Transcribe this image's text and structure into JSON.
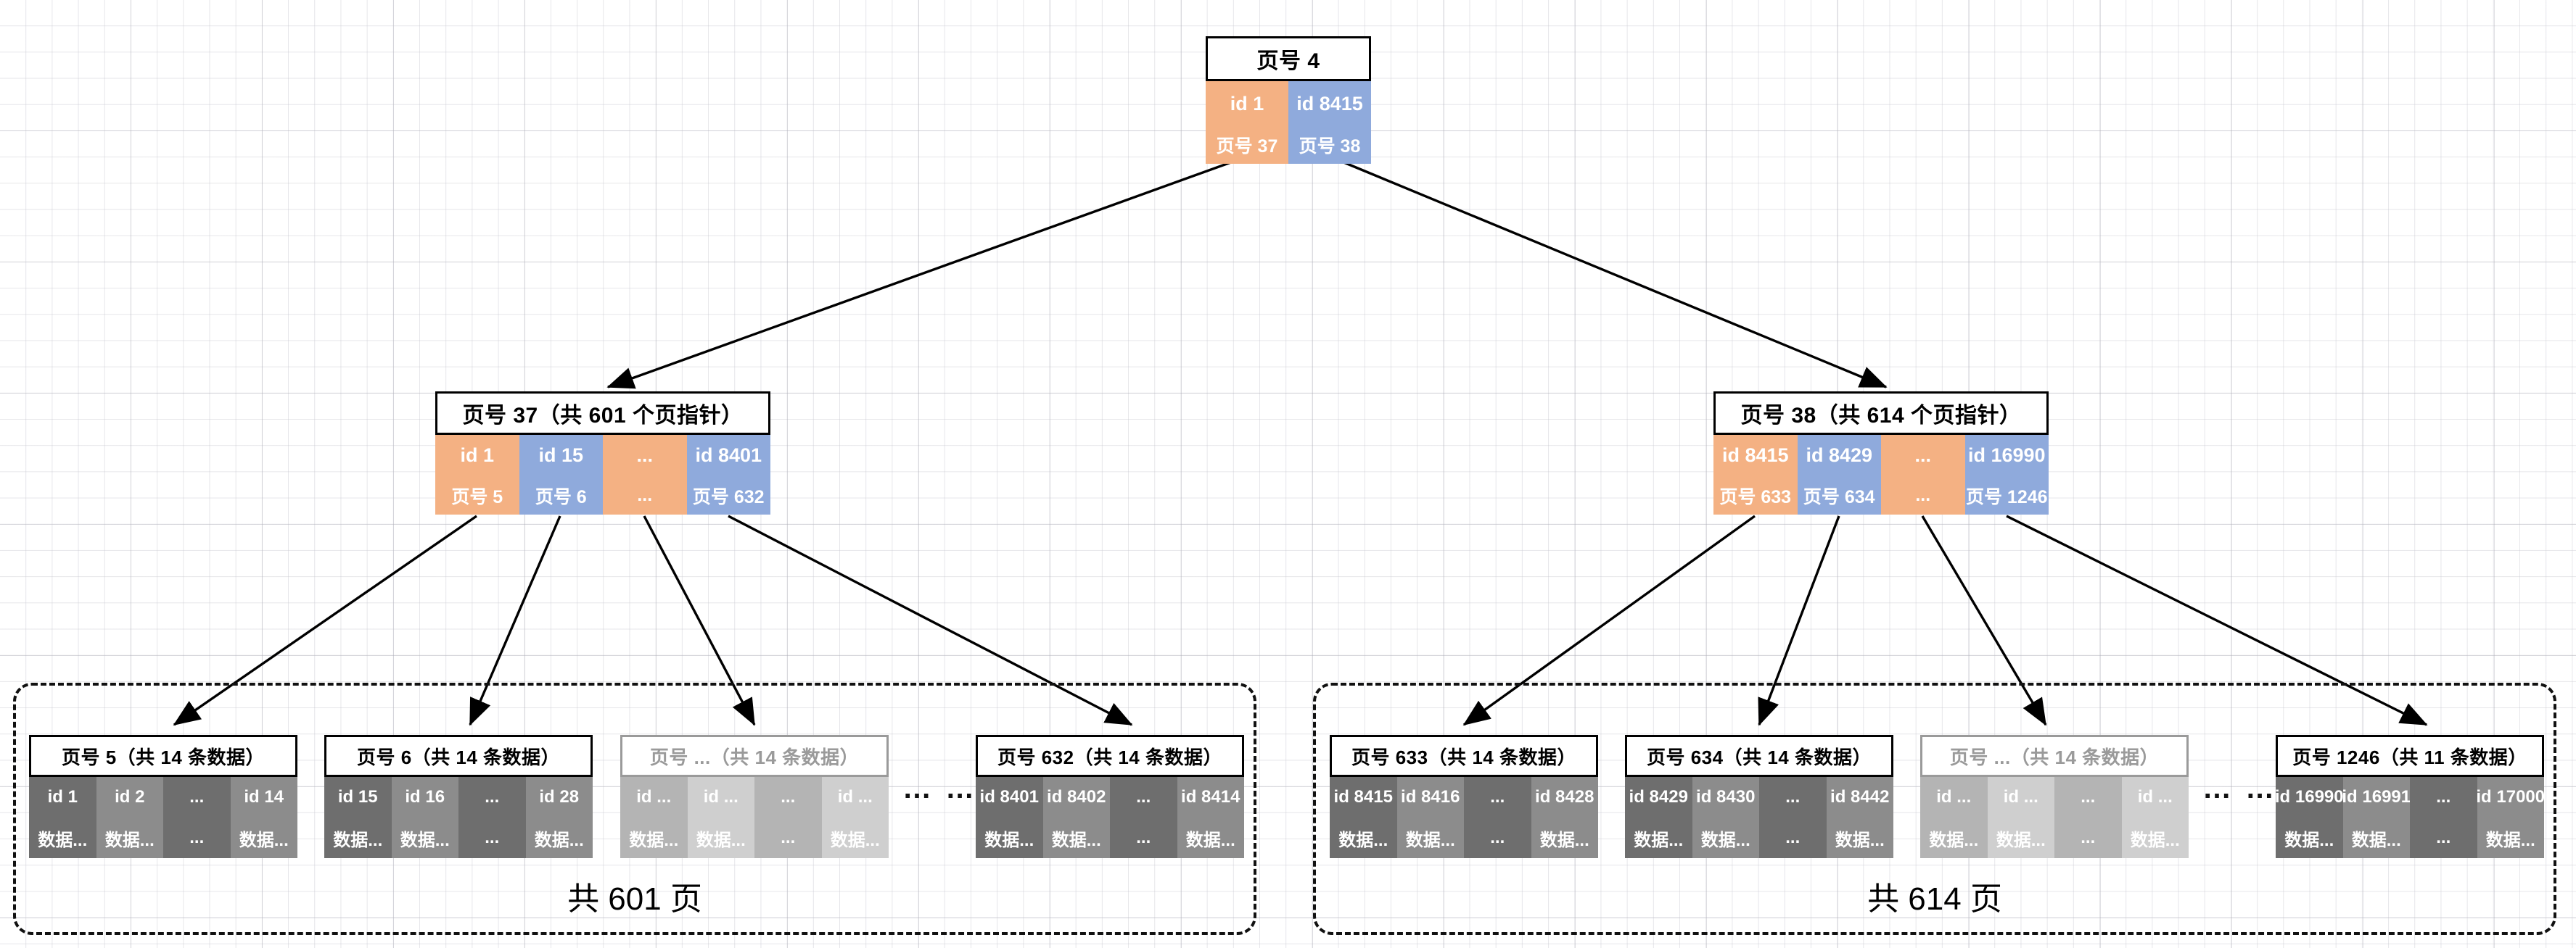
{
  "diagram": {
    "title_note": "B+ tree page structure",
    "colors": {
      "orange": "#F4B183",
      "blue": "#8FAADC",
      "leaf_dark": "#6E6E6E",
      "leaf_light": "#8C8C8C",
      "leaf_faded_dark": "#B4B4B4",
      "leaf_faded_light": "#CFCFCF",
      "outline": "#000000",
      "background": "#FFFFFF"
    }
  },
  "root": {
    "title": "页号 4",
    "cells": [
      {
        "key": "id 1",
        "value": "页号 37",
        "color": "orange"
      },
      {
        "key": "id 8415",
        "value": "页号 38",
        "color": "blue"
      }
    ]
  },
  "internal": [
    {
      "id": "page37",
      "title": "页号 37（共 601 个页指针）",
      "cells": [
        {
          "key": "id 1",
          "value": "页号 5",
          "color": "orange"
        },
        {
          "key": "id 15",
          "value": "页号 6",
          "color": "blue"
        },
        {
          "key": "...",
          "value": "...",
          "color": "orange"
        },
        {
          "key": "id 8401",
          "value": "页号 632",
          "color": "blue"
        }
      ]
    },
    {
      "id": "page38",
      "title": "页号 38（共 614 个页指针）",
      "cells": [
        {
          "key": "id 8415",
          "value": "页号 633",
          "color": "orange"
        },
        {
          "key": "id 8429",
          "value": "页号 634",
          "color": "blue"
        },
        {
          "key": "...",
          "value": "...",
          "color": "orange"
        },
        {
          "key": "id 16990",
          "value": "页号 1246",
          "color": "blue"
        }
      ]
    }
  ],
  "groups": [
    {
      "id": "group-left",
      "label": "共 601 页",
      "gap_dots": "… …",
      "leaves": [
        {
          "title": "页号 5（共 14 条数据）",
          "faded": false,
          "cells": [
            {
              "key": "id 1",
              "value": "数据...",
              "shade": "dark"
            },
            {
              "key": "id 2",
              "value": "数据...",
              "shade": "light"
            },
            {
              "key": "...",
              "value": "...",
              "shade": "dark"
            },
            {
              "key": "id 14",
              "value": "数据...",
              "shade": "light"
            }
          ]
        },
        {
          "title": "页号 6（共 14 条数据）",
          "faded": false,
          "cells": [
            {
              "key": "id 15",
              "value": "数据...",
              "shade": "dark"
            },
            {
              "key": "id 16",
              "value": "数据...",
              "shade": "light"
            },
            {
              "key": "...",
              "value": "...",
              "shade": "dark"
            },
            {
              "key": "id 28",
              "value": "数据...",
              "shade": "light"
            }
          ]
        },
        {
          "title": "页号 ...（共 14 条数据）",
          "faded": true,
          "cells": [
            {
              "key": "id ...",
              "value": "数据...",
              "shade": "dark"
            },
            {
              "key": "id ...",
              "value": "数据...",
              "shade": "light"
            },
            {
              "key": "...",
              "value": "...",
              "shade": "dark"
            },
            {
              "key": "id ...",
              "value": "数据...",
              "shade": "light"
            }
          ]
        },
        {
          "title": "页号 632（共 14 条数据）",
          "faded": false,
          "cells": [
            {
              "key": "id 8401",
              "value": "数据...",
              "shade": "dark"
            },
            {
              "key": "id 8402",
              "value": "数据...",
              "shade": "light"
            },
            {
              "key": "...",
              "value": "...",
              "shade": "dark"
            },
            {
              "key": "id 8414",
              "value": "数据...",
              "shade": "light"
            }
          ]
        }
      ]
    },
    {
      "id": "group-right",
      "label": "共 614 页",
      "gap_dots": "… …",
      "leaves": [
        {
          "title": "页号 633（共 14 条数据）",
          "faded": false,
          "cells": [
            {
              "key": "id 8415",
              "value": "数据...",
              "shade": "dark"
            },
            {
              "key": "id 8416",
              "value": "数据...",
              "shade": "light"
            },
            {
              "key": "...",
              "value": "...",
              "shade": "dark"
            },
            {
              "key": "id 8428",
              "value": "数据...",
              "shade": "light"
            }
          ]
        },
        {
          "title": "页号 634（共 14 条数据）",
          "faded": false,
          "cells": [
            {
              "key": "id 8429",
              "value": "数据...",
              "shade": "dark"
            },
            {
              "key": "id 8430",
              "value": "数据...",
              "shade": "light"
            },
            {
              "key": "...",
              "value": "...",
              "shade": "dark"
            },
            {
              "key": "id 8442",
              "value": "数据...",
              "shade": "light"
            }
          ]
        },
        {
          "title": "页号 ...（共 14 条数据）",
          "faded": true,
          "cells": [
            {
              "key": "id ...",
              "value": "数据...",
              "shade": "dark"
            },
            {
              "key": "id ...",
              "value": "数据...",
              "shade": "light"
            },
            {
              "key": "...",
              "value": "...",
              "shade": "dark"
            },
            {
              "key": "id ...",
              "value": "数据...",
              "shade": "light"
            }
          ]
        },
        {
          "title": "页号 1246（共 11 条数据）",
          "faded": false,
          "cells": [
            {
              "key": "id 16990",
              "value": "数据...",
              "shade": "dark"
            },
            {
              "key": "id 16991",
              "value": "数据...",
              "shade": "light"
            },
            {
              "key": "...",
              "value": "...",
              "shade": "dark"
            },
            {
              "key": "id 17000",
              "value": "数据...",
              "shade": "light"
            }
          ]
        }
      ]
    }
  ]
}
